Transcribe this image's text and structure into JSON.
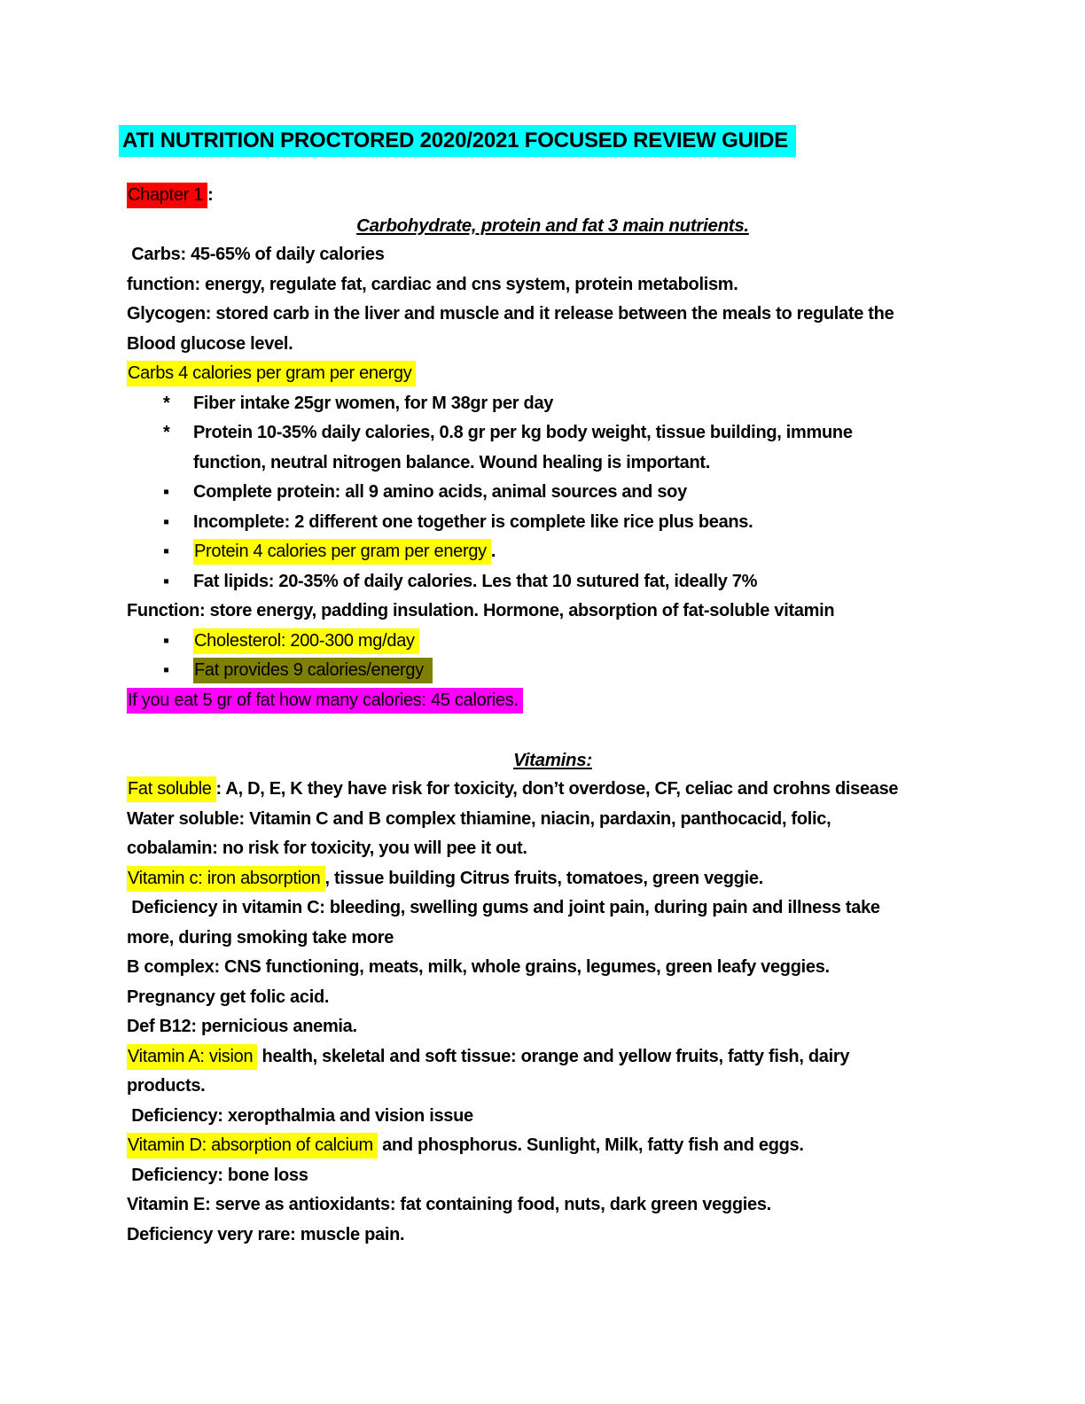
{
  "colors": {
    "page_bg": "#ffffff",
    "text": "#000000",
    "highlight_cyan": "#00ffff",
    "highlight_red": "#ff0000",
    "highlight_yellow": "#ffff00",
    "highlight_olive": "#808000",
    "highlight_magenta": "#ff00ff"
  },
  "document": {
    "title": "ATI NUTRITION PROCTORED 2020/2021 FOCUSED REVIEW GUIDE",
    "lines": [
      {
        "kind": "title",
        "segments": [
          {
            "t": "ATI NUTRITION PROCTORED 2020/2021 FOCUSED REVIEW GUIDE",
            "hl": "cyan"
          }
        ]
      },
      {
        "kind": "text",
        "name": "chapter-label",
        "segments": [
          {
            "t": "Chapter 1",
            "hl": "red"
          },
          {
            "t": ":"
          }
        ]
      },
      {
        "kind": "center",
        "name": "section-heading",
        "segments": [
          {
            "t": "Carbohydrate, protein and fat 3 main nutrients."
          }
        ]
      },
      {
        "kind": "text",
        "segments": [
          {
            "t": " Carbs: 45-65% of daily calories"
          }
        ]
      },
      {
        "kind": "text",
        "segments": [
          {
            "t": "function: energy, regulate fat, cardiac and cns system, protein metabolism."
          }
        ]
      },
      {
        "kind": "text",
        "segments": [
          {
            "t": "Glycogen: stored carb in the liver and muscle and it release between the meals to regulate the"
          }
        ]
      },
      {
        "kind": "text",
        "segments": [
          {
            "t": "Blood glucose level."
          }
        ]
      },
      {
        "kind": "text",
        "segments": [
          {
            "t": "Carbs 4 calories per gram per energy",
            "hl": "yellow"
          }
        ]
      },
      {
        "kind": "bullet",
        "marker": "*",
        "segments": [
          {
            "t": "Fiber intake 25gr women, for M 38gr per day"
          }
        ]
      },
      {
        "kind": "bullet",
        "marker": "*",
        "segments": [
          {
            "t": "Protein 10-35% daily calories, 0.8 gr per kg body weight, tissue building, immune"
          }
        ]
      },
      {
        "kind": "cont",
        "segments": [
          {
            "t": "function, neutral nitrogen balance. Wound healing is important."
          }
        ]
      },
      {
        "kind": "bullet",
        "marker": "▪",
        "segments": [
          {
            "t": "Complete protein: all 9 amino acids, animal sources and soy"
          }
        ]
      },
      {
        "kind": "bullet",
        "marker": "▪",
        "segments": [
          {
            "t": "Incomplete: 2 different one together is complete like rice plus beans."
          }
        ]
      },
      {
        "kind": "bullet",
        "marker": "▪",
        "segments": [
          {
            "t": "Protein 4 calories per gram per energy",
            "hl": "yellow"
          },
          {
            "t": "."
          }
        ]
      },
      {
        "kind": "bullet",
        "marker": "▪",
        "segments": [
          {
            "t": "Fat lipids: 20-35% of daily calories. Les that 10 sutured fat, ideally 7%"
          }
        ]
      },
      {
        "kind": "text",
        "segments": [
          {
            "t": "Function: store energy, padding insulation. Hormone, absorption of fat-soluble vitamin"
          }
        ]
      },
      {
        "kind": "bullet",
        "marker": "▪",
        "segments": [
          {
            "t": "Cholesterol: 200-300 mg/day",
            "hl": "yellow"
          }
        ]
      },
      {
        "kind": "bullet",
        "marker": "▪",
        "segments": [
          {
            "t": "Fat provides 9 calories/energy ",
            "hl": "olive"
          }
        ]
      },
      {
        "kind": "text",
        "segments": [
          {
            "t": "If you eat 5 gr of fat how many calories: 45 calories.",
            "hl": "magenta"
          }
        ]
      },
      {
        "kind": "blank",
        "segments": []
      },
      {
        "kind": "center",
        "name": "section-heading",
        "segments": [
          {
            "t": "Vitamins:"
          }
        ]
      },
      {
        "kind": "text",
        "segments": [
          {
            "t": "Fat soluble",
            "hl": "yellow"
          },
          {
            "t": ": A, D, E, K they have risk for toxicity, don’t overdose, CF, celiac and crohns disease"
          }
        ]
      },
      {
        "kind": "text",
        "segments": [
          {
            "t": "Water soluble: Vitamin C and B complex thiamine, niacin, pardaxin, panthocacid, folic,"
          }
        ]
      },
      {
        "kind": "text",
        "segments": [
          {
            "t": "cobalamin: no risk for toxicity, you will pee it out."
          }
        ]
      },
      {
        "kind": "text",
        "segments": [
          {
            "t": "Vitamin c: iron absorption",
            "hl": "yellow"
          },
          {
            "t": ", tissue building Citrus fruits, tomatoes, green veggie."
          }
        ]
      },
      {
        "kind": "text",
        "segments": [
          {
            "t": " Deficiency in vitamin C: bleeding, swelling gums and joint pain, during pain and illness take"
          }
        ]
      },
      {
        "kind": "text",
        "segments": [
          {
            "t": "more, during smoking take more"
          }
        ]
      },
      {
        "kind": "text",
        "segments": [
          {
            "t": "B complex: CNS functioning, meats, milk, whole grains, legumes, green leafy veggies."
          }
        ]
      },
      {
        "kind": "text",
        "segments": [
          {
            "t": "Pregnancy get folic acid."
          }
        ]
      },
      {
        "kind": "text",
        "segments": [
          {
            "t": "Def B12: pernicious anemia."
          }
        ]
      },
      {
        "kind": "text",
        "segments": [
          {
            "t": "Vitamin A: vision",
            "hl": "yellow"
          },
          {
            "t": " health, skeletal and soft tissue: orange and yellow fruits, fatty fish, dairy"
          }
        ]
      },
      {
        "kind": "text",
        "segments": [
          {
            "t": "products."
          }
        ]
      },
      {
        "kind": "text",
        "segments": [
          {
            "t": " Deficiency: xeropthalmia and vision issue"
          }
        ]
      },
      {
        "kind": "text",
        "segments": [
          {
            "t": "Vitamin D: absorption of calcium",
            "hl": "yellow"
          },
          {
            "t": " and phosphorus. Sunlight, Milk, fatty fish and eggs."
          }
        ]
      },
      {
        "kind": "text",
        "segments": [
          {
            "t": " Deficiency: bone loss"
          }
        ]
      },
      {
        "kind": "text",
        "segments": [
          {
            "t": "Vitamin E: serve as antioxidants: fat containing food, nuts, dark green veggies."
          }
        ]
      },
      {
        "kind": "text",
        "segments": [
          {
            "t": "Deficiency very rare: muscle pain."
          }
        ]
      }
    ]
  }
}
